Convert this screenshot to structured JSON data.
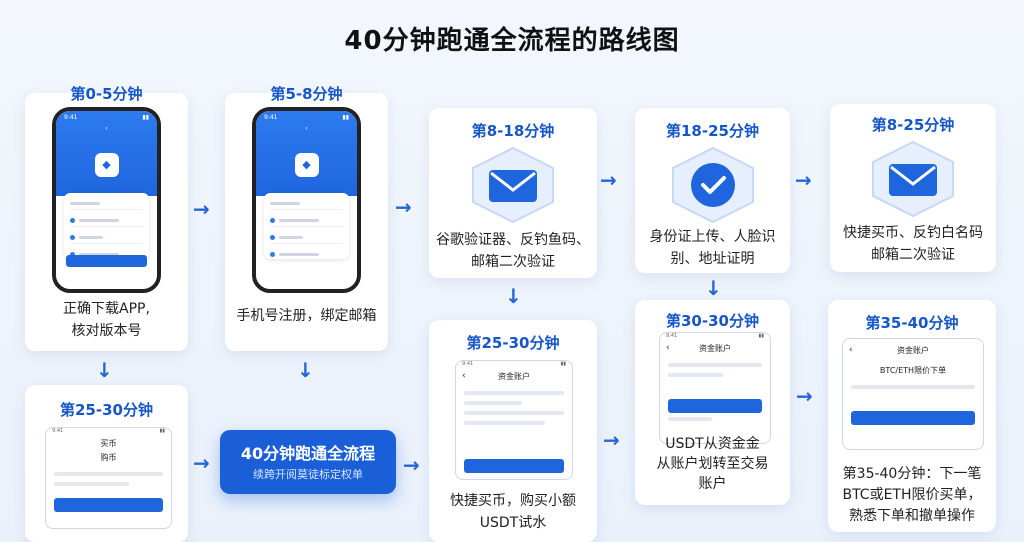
{
  "title": "40分钟跑通全流程的路线图",
  "colors": {
    "accent": "#1f66de",
    "arrow": "#2466d8",
    "heading": "#1656c9"
  },
  "cards": {
    "c1": {
      "time": "第0-5分钟",
      "desc_line1": "正确下载APP,",
      "desc_line2": "核对版本号"
    },
    "c2": {
      "time": "第5-8分钟",
      "desc": "手机号注册，绑定邮箱"
    },
    "c3": {
      "time": "第8-18分钟",
      "desc_line1": "谷歌验证器、反钓鱼码、",
      "desc_line2": "邮箱二次验证",
      "icon": "mail-icon"
    },
    "c4": {
      "time": "第18-25分钟",
      "desc_line1": "身份证上传、人脸识",
      "desc_line2": "别、地址证明",
      "icon": "check-icon"
    },
    "c5": {
      "time": "第8-25分钟",
      "desc_line1": "快捷买币、反钓白名码",
      "desc_line2": "邮箱二次验证",
      "icon": "mail-icon"
    },
    "c6": {
      "time": "第25-30分钟",
      "screen_title": "买币",
      "screen_sub": "购币"
    },
    "c7": {
      "time": "第25-30分钟",
      "screen_title": "资金账户",
      "desc_line1": "快捷买币，购买小额",
      "desc_line2": "USDT试水"
    },
    "c8": {
      "time": "第30-30分钟",
      "screen_title": "资金账户",
      "desc_line1": "USDT从资金金",
      "desc_line2": "从账户划转至交易",
      "desc_line3": "账户"
    },
    "c9": {
      "time": "第35-40分钟",
      "screen_title": "资金账户",
      "screen_sub": "BTC/ETH限价下单",
      "desc_line1": "第35-40分钟：下一笔",
      "desc_line2": "BTC或ETH限价买单，",
      "desc_line3": "熟悉下单和撤单操作"
    }
  },
  "center": {
    "title": "40分钟跑通全流程",
    "subtitle": "续跨开阅莫徒标定权单"
  }
}
